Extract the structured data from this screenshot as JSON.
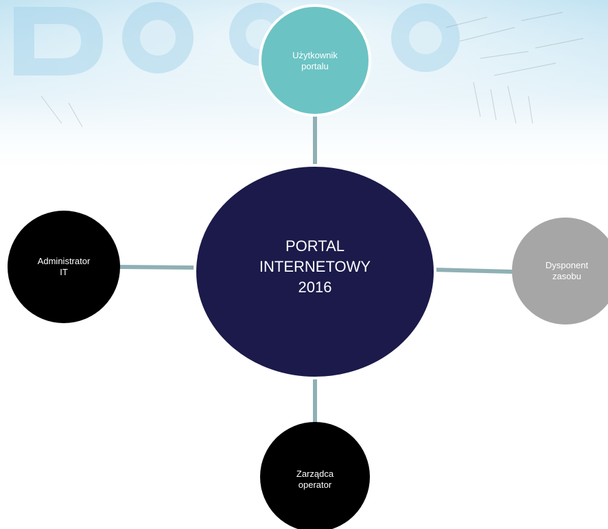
{
  "diagram": {
    "center": {
      "lines": [
        "PORTAL",
        "INTERNETOWY",
        "2016"
      ],
      "fill": "#1b1a4a"
    },
    "nodes": [
      {
        "id": "top",
        "lines": [
          "Użytkownik",
          "portalu"
        ],
        "fill": "#6cc3c4",
        "text_color": "#ffffff"
      },
      {
        "id": "right",
        "lines": [
          "Dysponent",
          "zasobu"
        ],
        "fill": "#a6a6a6",
        "text_color": "#ffffff"
      },
      {
        "id": "bottom",
        "lines": [
          "Zarządca",
          "operator"
        ],
        "fill": "#000000",
        "text_color": "#ffffff"
      },
      {
        "id": "left",
        "lines": [
          "Administrator",
          "IT"
        ],
        "fill": "#000000",
        "text_color": "#ffffff"
      }
    ],
    "connector_color": "#8fb0b4",
    "background_color": "#e3f1f8"
  }
}
